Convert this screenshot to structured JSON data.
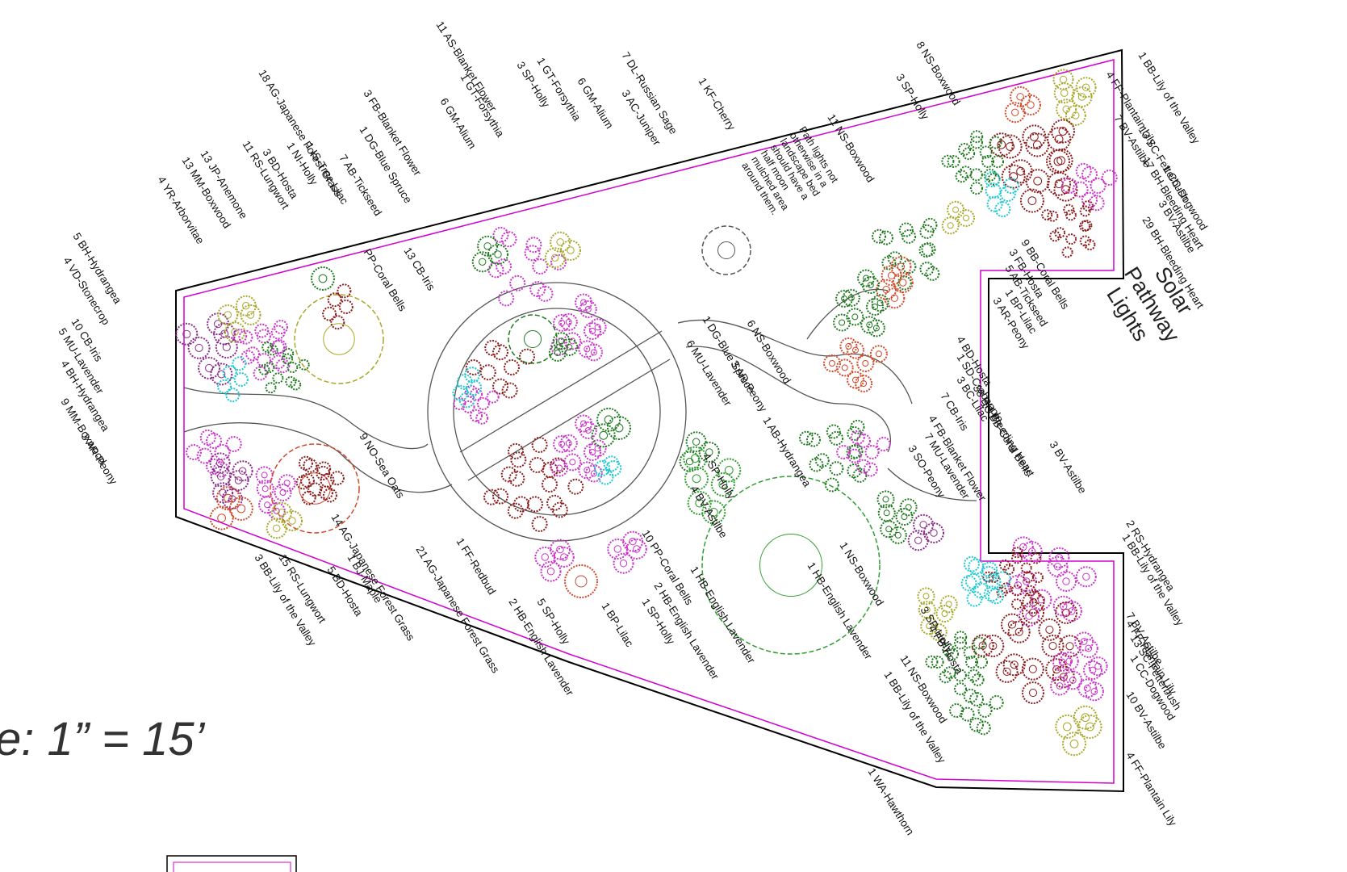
{
  "scale_text": "e:  1”  =  15’",
  "note_text": [
    "Path lights not",
    "otherwise in a",
    "landscape bed",
    "should have a",
    "half moon",
    "mulched area",
    "around them."
  ],
  "solar_text": [
    "Solar",
    "Pathway",
    "Lights"
  ],
  "labels": [
    "5 BH-Hydrangea",
    "4 VD-Stonecrop",
    "10 CB-Iris",
    "5 MU-Lavender",
    "4 BH-Hydrangea",
    "9 MM-Boxwood",
    "3 AR-Peony",
    "4 YR-Arborvitae",
    "13 MM-Boxwood",
    "13 JP-Anemone",
    "11 RS-Lungwort",
    "3 BD-Hosta",
    "1 NI-Holly",
    "1 IS-Tree Lilac",
    "18 AG-Japanese Forest Grass",
    "7 AB-Tickseed",
    "1 DG-Blue Spruce",
    "3 FB-Blanket Flower",
    "13 CB-Iris",
    "PP-Coral Bells",
    "6 GM-Alium",
    "1 GT-Forsythia",
    "11 AS-Blanket Flower",
    "3 SP-Holly",
    "1 GT-Forsythia",
    "6 GM-Alium",
    "3 AC-Juniper",
    "7 DL-Russian Sage",
    "1 KF-Cherry",
    "8 NS-Boxwood",
    "3 SP-Holly",
    "11 NS-Boxwood",
    "1 BB-Lily of the Valley",
    "4 FF-Plantain Lily",
    "7 BV-Astilbe",
    "13 SC-Fetterbush",
    "17 BH-Bleeding Heart",
    "1 CC-Dogwood",
    "3 BV-Astilbe",
    "29 BH-Bleeding Heart",
    "9 BB-Coral Bells",
    "3 FB-Hosta",
    "5 AB-Tickseed",
    "1 BP-Lilac",
    "3 AR-Peony",
    "4 BD-Hosta",
    "1 SD-Crabapple",
    "3 BC-Lilac",
    "6 NS-Boxwood",
    "3 AR-Peony",
    "1 DG-Blue Spruce",
    "6 MU-Lavender",
    "1 AB-Hydrangea",
    "7 CB-Iris",
    "4 FB-Blanket Flower",
    "7 MU-Lavender",
    "3 SO-Peony",
    "13 BB-Coral Bells",
    "38 BH-Bleeding Heart",
    "3 BV-Astilbe",
    "9 NO-Sea Oats",
    "21 AG-Japanese Forest Grass",
    "1 FF-Redbud",
    "14 AG-Japanese Forest Grass",
    "1 BJ-Maple",
    "5 BD-Hosta",
    "15 RS-Lungwort",
    "3 BB-Lily of the Valley",
    "2 HB-English Lavender",
    "5 SP-Holly",
    "1 BP-Lilac",
    "1 SP-Holly",
    "2 HB-English Lavender",
    "10 PP-Coral Bells",
    "4 BV-Astilbe",
    "4 SP-Holly",
    "1 HB-English Lavender",
    "1 HB-English Lavender",
    "1 NS-Boxwood",
    "1 WA-Hawthorn",
    "2 RS-Hydrangea",
    "1 BB-Lily of the Valley",
    "7 BV-Astilbe",
    "4 FF-Plantain Lily",
    "13 SC-Fetterbush",
    "1 CC-Dogwood",
    "10 BV-Astilbe",
    "4 FF-Plantain Lily",
    "3 SP-Holly",
    "4 FB-Hosta",
    "11 NS-Boxwood",
    "1 BB-Lily of the Valley"
  ],
  "colors": {
    "boundary": "#000000",
    "bed_edge": "#d100d1",
    "path": "#555555",
    "boxwood": "#1f7a1f",
    "holly": "#2e9e2e",
    "astilbe": "#cc33cc",
    "hydrangea": "#8a2b8a",
    "bleeding": "#8b1a1a",
    "coral": "#d2492a",
    "iris": "#1ec8d2",
    "yellow": "#a8a82a",
    "tree": "#2e9e2e",
    "maple": "#d2492a",
    "redbud": "#8b1a3a"
  }
}
